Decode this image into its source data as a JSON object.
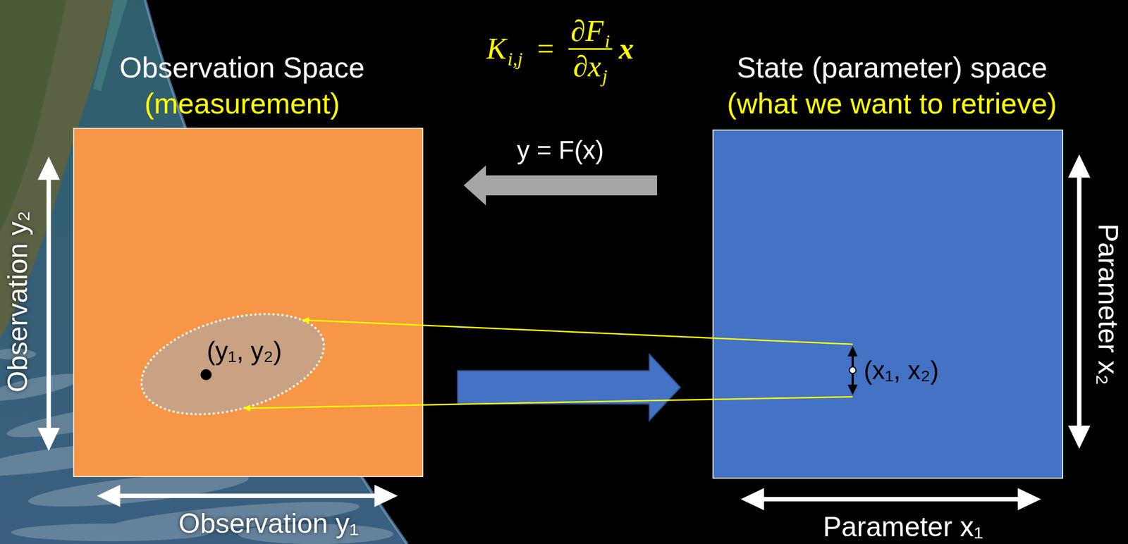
{
  "diagram": {
    "nodes": [
      {
        "text": [
          "Observation Space",
          "(measurement)"
        ]
      },
      {
        "text": [
          "(y₁, y₂)"
        ],
        "in": 0
      },
      {
        "text": [
          "State (parameter) space",
          "(what we want to retrieve)"
        ]
      },
      {
        "text": [
          "(x₁, x₂)"
        ],
        "in": 2
      }
    ],
    "edges": [
      {
        "from": 2,
        "to": 0,
        "label": "y = F(x)",
        "arrow": "to"
      },
      {
        "from": 0,
        "to": 2,
        "arrow": "to"
      },
      {
        "from": 3,
        "to": 1,
        "arrow": "to"
      },
      {
        "from": 3,
        "to": 1,
        "arrow": "to"
      }
    ],
    "labels": [
      "K",
      "i,j",
      "=",
      "∂F",
      "i",
      "∂x",
      "j",
      "x",
      "Observation y₂",
      "Observation y₁",
      "Parameter x₁",
      "Parameter x₂"
    ]
  }
}
